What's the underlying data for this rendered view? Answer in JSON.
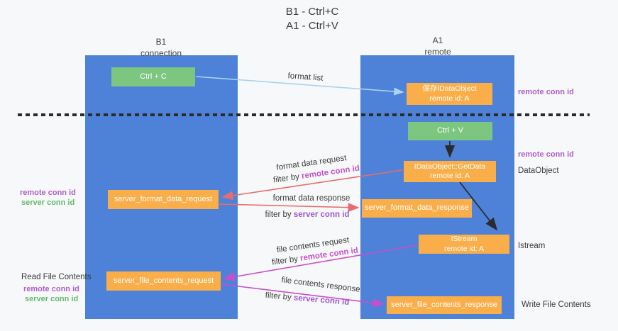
{
  "title": {
    "line1": "B1 - Ctrl+C",
    "line2": "A1 - Ctrl+V"
  },
  "columns": {
    "left": {
      "header_line1": "B1",
      "header_line2": "connection"
    },
    "right": {
      "header_line1": "A1",
      "header_line2": "remote"
    }
  },
  "boxes": {
    "ctrl_c": "Ctrl + C",
    "ctrl_v": "Ctrl + V",
    "save_dataobject_line1": "保存IDataObject",
    "save_dataobject_line2": "remote id: A",
    "getdata_line1": "IDataObject::GetData",
    "getdata_line2": "remote id: A",
    "istream_line1": "IStream",
    "istream_line2": "remote id: A",
    "format_request": "server_format_data_request",
    "format_response": "server_format_data_response",
    "file_request": "server_file_contents_request",
    "file_response": "server_file_contents_response"
  },
  "arrow_labels": {
    "format_list": "format list",
    "format_data_request": "format data request",
    "format_data_response": "format data response",
    "file_contents_request": "file contents request",
    "file_contents_response": "file contents response",
    "filter_by": "filter by ",
    "remote_conn_id": "remote conn id",
    "server_conn_id": "server conn id"
  },
  "annotations": {
    "right_remote_conn_id_top": "remote conn id",
    "right_remote_conn_id_mid": "remote conn id",
    "dataobject": "DataObject",
    "istream": "Istream",
    "write_file_contents": "Write File Contents",
    "read_file_contents": "Read File Contents",
    "left_remote_conn_id_top": "remote conn id",
    "left_server_conn_id_top": "server conn id",
    "left_remote_conn_id_bottom": "remote conn id",
    "left_server_conn_id_bottom": "server conn id"
  },
  "colors": {
    "column_blue": "#4d82d8",
    "box_green": "#7dc67f",
    "box_orange": "#f9ae49",
    "annotation_purple": "#b05fc9",
    "annotation_green": "#5fbb6b",
    "arrow_red": "#e96c6c",
    "arrow_magenta": "#c94fc9",
    "arrow_lightblue": "#a9d3ef",
    "arrow_black": "#2b2b2b"
  }
}
